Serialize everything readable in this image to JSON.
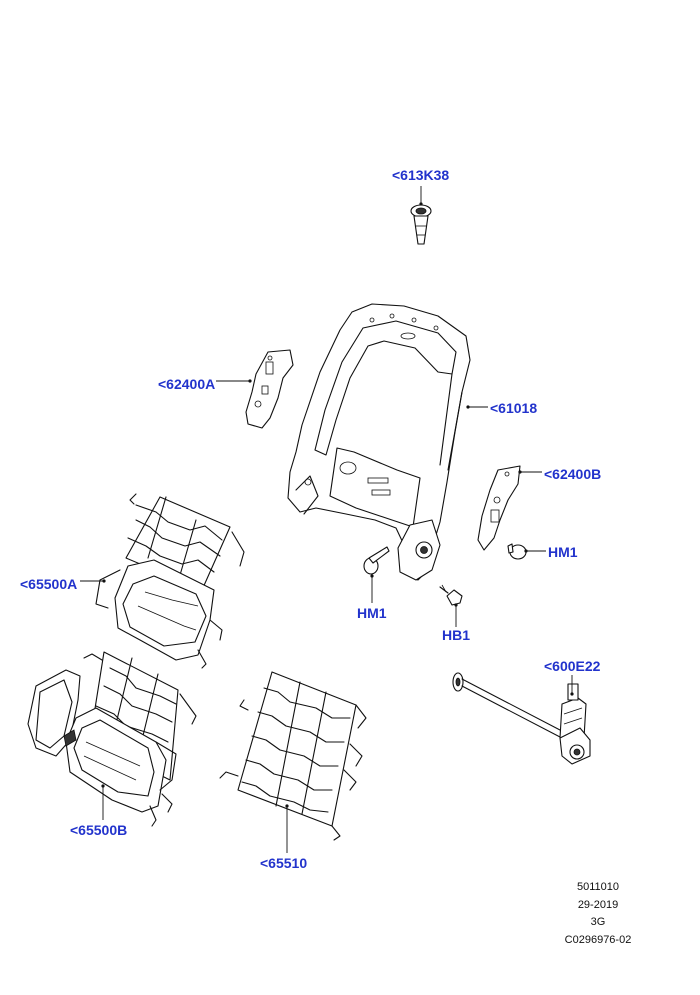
{
  "diagram": {
    "callouts": [
      {
        "id": "613K38",
        "label": "<613K38"
      },
      {
        "id": "62400A",
        "label": "<62400A"
      },
      {
        "id": "61018",
        "label": "<61018"
      },
      {
        "id": "62400B",
        "label": "<62400B"
      },
      {
        "id": "HM1_right",
        "label": "HM1"
      },
      {
        "id": "HM1_center",
        "label": "HM1"
      },
      {
        "id": "HB1",
        "label": "HB1"
      },
      {
        "id": "65500A",
        "label": "<65500A"
      },
      {
        "id": "600E22",
        "label": "<600E22"
      },
      {
        "id": "65500B",
        "label": "<65500B"
      },
      {
        "id": "65510",
        "label": "<65510"
      }
    ],
    "footer": {
      "line1": "5011010",
      "line2": "29-2019",
      "line3": "3G",
      "line4": "C0296976-02"
    },
    "label_color": "#2233cc"
  }
}
